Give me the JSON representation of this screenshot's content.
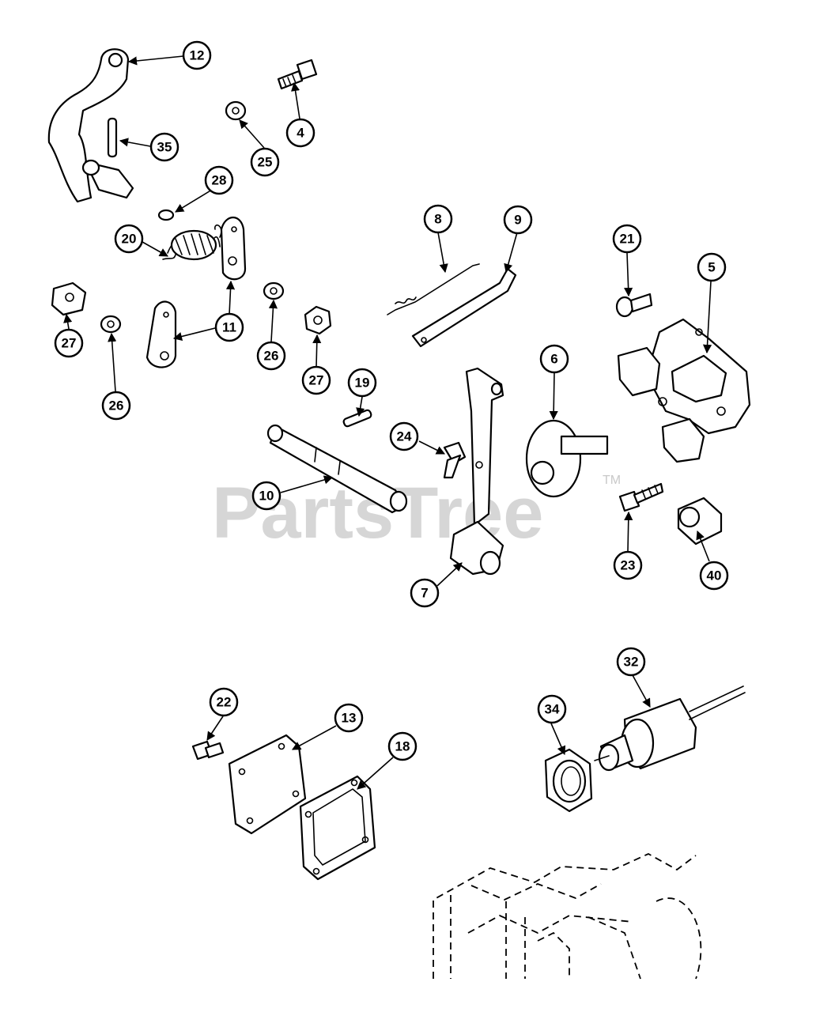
{
  "watermark": {
    "text": "PartsTree",
    "trademark": "TM"
  },
  "callouts": [
    {
      "id": "12"
    },
    {
      "id": "4"
    },
    {
      "id": "35"
    },
    {
      "id": "25"
    },
    {
      "id": "28"
    },
    {
      "id": "20"
    },
    {
      "id": "11"
    },
    {
      "id": "27"
    },
    {
      "id": "26"
    },
    {
      "id": "26"
    },
    {
      "id": "27"
    },
    {
      "id": "8"
    },
    {
      "id": "9"
    },
    {
      "id": "21"
    },
    {
      "id": "5"
    },
    {
      "id": "6"
    },
    {
      "id": "19"
    },
    {
      "id": "24"
    },
    {
      "id": "10"
    },
    {
      "id": "7"
    },
    {
      "id": "23"
    },
    {
      "id": "40"
    },
    {
      "id": "22"
    },
    {
      "id": "13"
    },
    {
      "id": "18"
    },
    {
      "id": "34"
    },
    {
      "id": "32"
    }
  ],
  "colors": {
    "line": "#000000",
    "background": "#ffffff",
    "watermark": "#c9c9c9"
  }
}
